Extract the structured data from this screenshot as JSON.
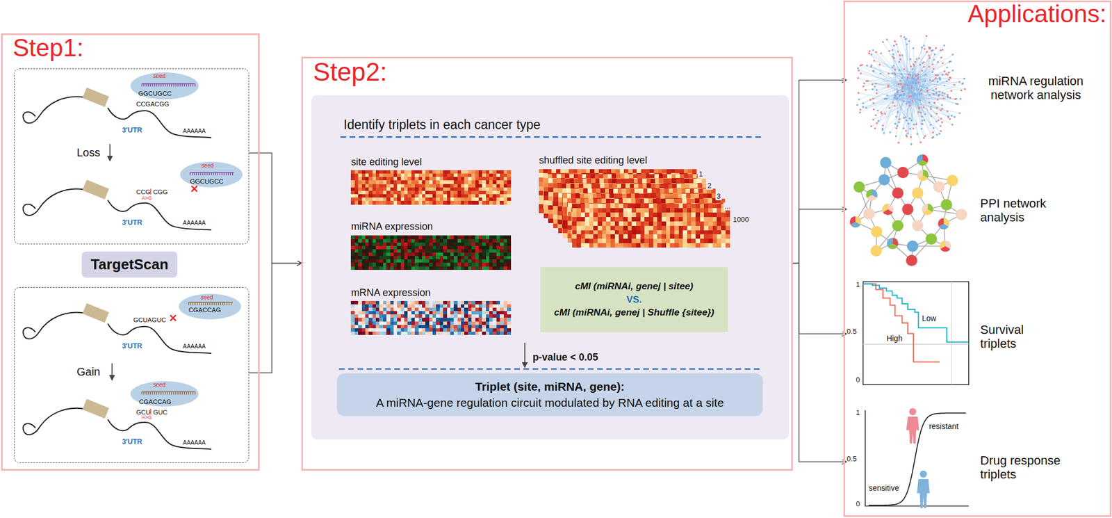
{
  "diagram": {
    "nodes": [
      {
        "text": [
          "Step1:"
        ]
      },
      {
        "text": [
          "Loss"
        ],
        "in": 0
      },
      {
        "text": [
          "TargetScan"
        ],
        "in": 0
      },
      {
        "text": [
          "Gain"
        ],
        "in": 0
      },
      {
        "text": [
          "Step2:"
        ]
      },
      {
        "text": [
          "Identify triplets in each cancer type"
        ],
        "in": 4
      },
      {
        "text": [
          "cMI (miRNAi, genej | sitee)",
          "VS.",
          "cMI (miRNAi, genej | Shuffle {sitee})"
        ],
        "in": 5
      },
      {
        "text": [
          "Triplet (site, miRNA, gene):",
          "A miRNA-gene regulation circuit modulated by RNA editing at a site"
        ],
        "in": 5
      },
      {
        "text": [
          "Applications:"
        ]
      },
      {
        "text": [
          "miRNA regulation network analysis"
        ],
        "in": 8
      },
      {
        "text": [
          "PPI network analysis"
        ],
        "in": 8
      },
      {
        "text": [
          "Survival triplets"
        ],
        "in": 8
      },
      {
        "text": [
          "Drug response triplets"
        ],
        "in": 8
      }
    ],
    "edges": [
      {
        "from": 1,
        "to": 4,
        "arrow": "to"
      },
      {
        "from": 3,
        "to": 4,
        "arrow": "to"
      },
      {
        "from": 4,
        "to": 9,
        "arrow": "to"
      },
      {
        "from": 4,
        "to": 10,
        "arrow": "to"
      },
      {
        "from": 4,
        "to": 11,
        "arrow": "to"
      },
      {
        "from": 4,
        "to": 12,
        "arrow": "to"
      }
    ],
    "labels": [
      "seed",
      "GGCUGCC",
      "CCGACGG",
      "3'UTR",
      "AAAAAA",
      "seed",
      "GGCUGCC",
      "CCG",
      "CGG",
      "A>G",
      "3'UTR",
      "AAAAAA",
      "seed",
      "CGACCAG",
      "GCUAGUC",
      "3'UTR",
      "AAAAAA",
      "seed",
      "CGACCAG",
      "GCU",
      "GUC",
      "A>G",
      "3'UTR",
      "AAAAAA",
      "site editing level",
      "miRNA expression",
      "mRNA expression",
      "shuffled site editing level",
      "1",
      "2",
      "3",
      "...",
      "1000",
      "p-value < 0.05",
      "1",
      "0.5",
      "0",
      "Low",
      "High",
      "1",
      "0.5",
      "0",
      "resistant",
      "sensitive"
    ]
  }
}
